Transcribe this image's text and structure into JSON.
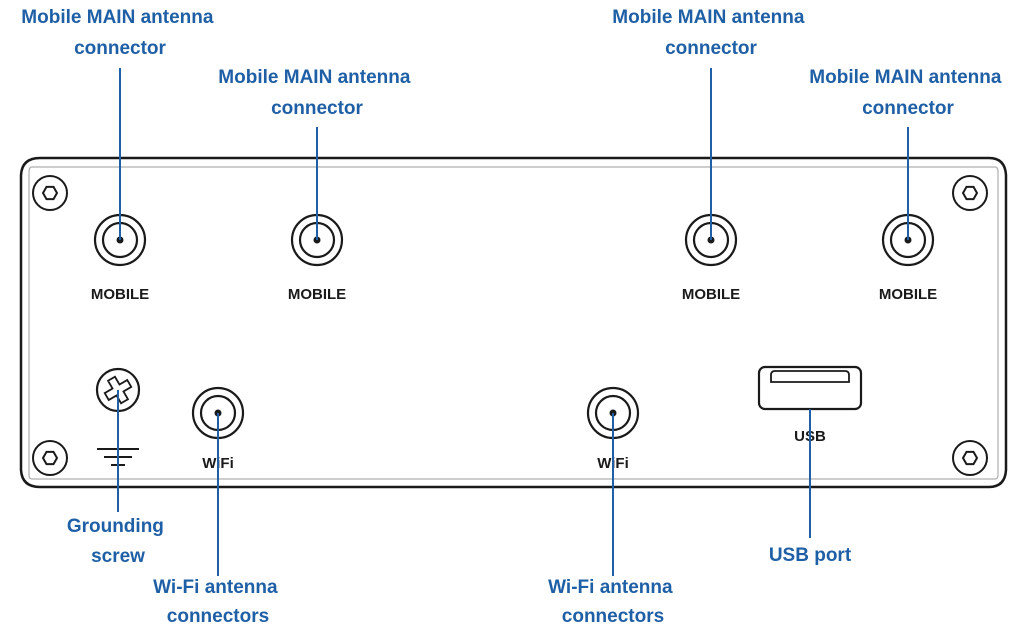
{
  "callouts": {
    "mobile_1": [
      "Mobile MAIN antenna",
      "connector"
    ],
    "mobile_2": [
      "Mobile MAIN antenna",
      "connector"
    ],
    "mobile_3": [
      "Mobile MAIN antenna",
      "connector"
    ],
    "mobile_4": [
      "Mobile MAIN antenna",
      "connector"
    ],
    "grounding": [
      "Grounding",
      "screw"
    ],
    "wifi_1": [
      "Wi-Fi antenna",
      "connectors"
    ],
    "wifi_2": [
      "Wi-Fi antenna",
      "connectors"
    ],
    "usb": [
      "USB port"
    ]
  },
  "panel_labels": {
    "mobile_1": "MOBILE",
    "mobile_2": "MOBILE",
    "mobile_3": "MOBILE",
    "mobile_4": "MOBILE",
    "wifi_1": "WiFi",
    "wifi_2": "WiFi",
    "usb": "USB"
  },
  "colors": {
    "callout_text": "#1f5fa6",
    "leader_line": "#1f5fa6",
    "device_outline": "#1a1a1a",
    "panel_text": "#1a1a1a"
  }
}
